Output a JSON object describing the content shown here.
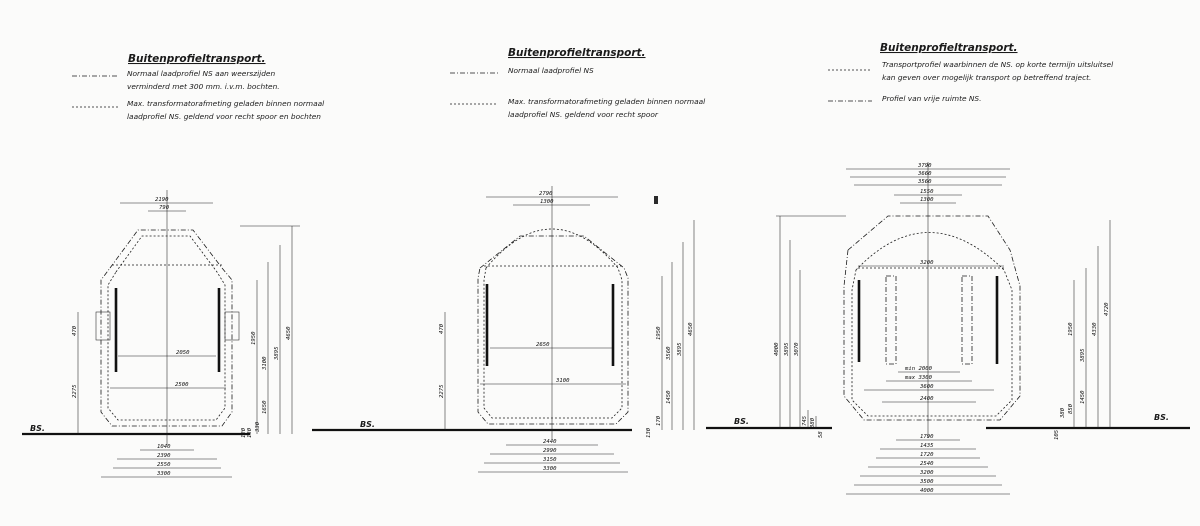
{
  "panels": [
    {
      "title": "Buitenprofieltransport.",
      "legend": [
        {
          "style": "dash-dot",
          "lines": [
            "Normaal laadprofiel NS aan weerszijden",
            "verminderd met 300 mm. i.v.m. bochten."
          ]
        },
        {
          "style": "dotted",
          "lines": [
            "Max. transformatorafmeting geladen binnen normaal",
            "laadprofiel NS. geldend voor recht spoor en bochten"
          ]
        }
      ],
      "top_dims": [
        "2190",
        "790"
      ],
      "inner_dims": [
        "2050",
        "2500"
      ],
      "left_dims": [
        "470",
        "2275"
      ],
      "right_dims": [
        "1950",
        "3100",
        "3895",
        "4650",
        "1650",
        "330",
        "130",
        "120"
      ],
      "bottom_dims": [
        "1040",
        "2390",
        "2550",
        "3300"
      ],
      "bs_label": "BS."
    },
    {
      "title": "Buitenprofieltransport.",
      "legend": [
        {
          "style": "dash-dot",
          "lines": [
            "Normaal laadprofiel NS"
          ]
        },
        {
          "style": "dotted",
          "lines": [
            "Max. transformatorafmeting geladen binnen normaal",
            "laadprofiel NS. geldend voor recht spoor"
          ]
        }
      ],
      "top_dims": [
        "2790",
        "1300"
      ],
      "inner_dims": [
        "2650",
        "3100"
      ],
      "left_dims": [
        "470",
        "2275"
      ],
      "right_dims": [
        "1950",
        "3560",
        "3895",
        "4650",
        "1450",
        "170",
        "130"
      ],
      "bottom_dims": [
        "2440",
        "2990",
        "3150",
        "3300"
      ],
      "bs_label": "BS."
    },
    {
      "title": "Buitenprofieltransport.",
      "legend": [
        {
          "style": "dotted",
          "lines": [
            "Transportprofiel waarbinnen de NS. op korte termijn uitsluitsel",
            "kan geven over mogelijk transport op betreffend traject."
          ]
        },
        {
          "style": "dash-dot",
          "lines": [
            "Profiel van vrije ruimte NS."
          ]
        }
      ],
      "top_dims": [
        "3790",
        "3660",
        "3560",
        "1550",
        "1300"
      ],
      "inner_dims": [
        "3200",
        "min  2000",
        "max  3300",
        "3600",
        "2400"
      ],
      "left_dims": [
        "4000",
        "3895",
        "3070",
        "745",
        "380",
        "58"
      ],
      "right_dims": [
        "1950",
        "3895",
        "4330",
        "4720",
        "1450",
        "850",
        "380",
        "105"
      ],
      "bottom_dims": [
        "1790",
        "1435",
        "1720",
        "2540",
        "3200",
        "3500",
        "4000"
      ],
      "bs_labels": [
        "BS.",
        "BS."
      ]
    }
  ]
}
